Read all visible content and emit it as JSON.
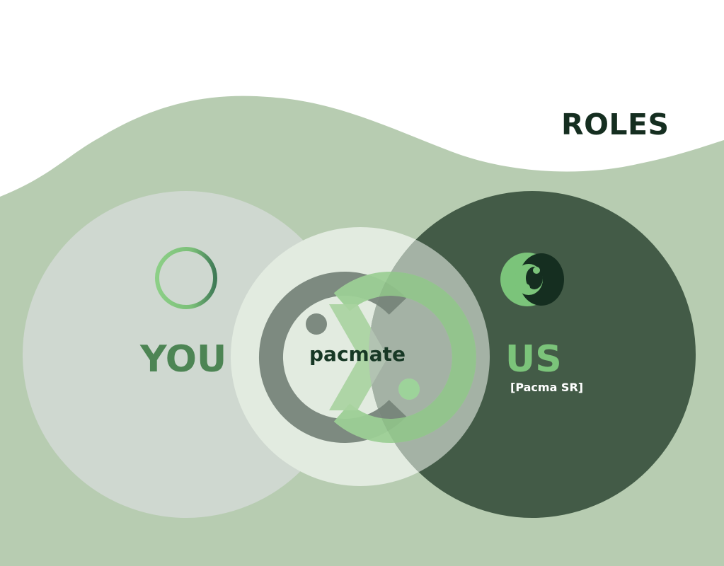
{
  "title": "ROLES",
  "left": {
    "label": "YOU",
    "icon": "crosshair-target-icon"
  },
  "center": {
    "label": "pacmate",
    "icon": "pacmate-logo-icon"
  },
  "right": {
    "label": "US",
    "sublabel": "[Pacma SR]",
    "icon": "pacmate-swirl-icon"
  },
  "colors": {
    "wave": "#b7ccb1",
    "left_circle": "#cfd8d0",
    "center_circle": "#e2ebe0",
    "right_circle": "#435b47",
    "dark_text": "#152e20",
    "accent_green": "#7bc47a",
    "mid_green": "#4d8554"
  }
}
